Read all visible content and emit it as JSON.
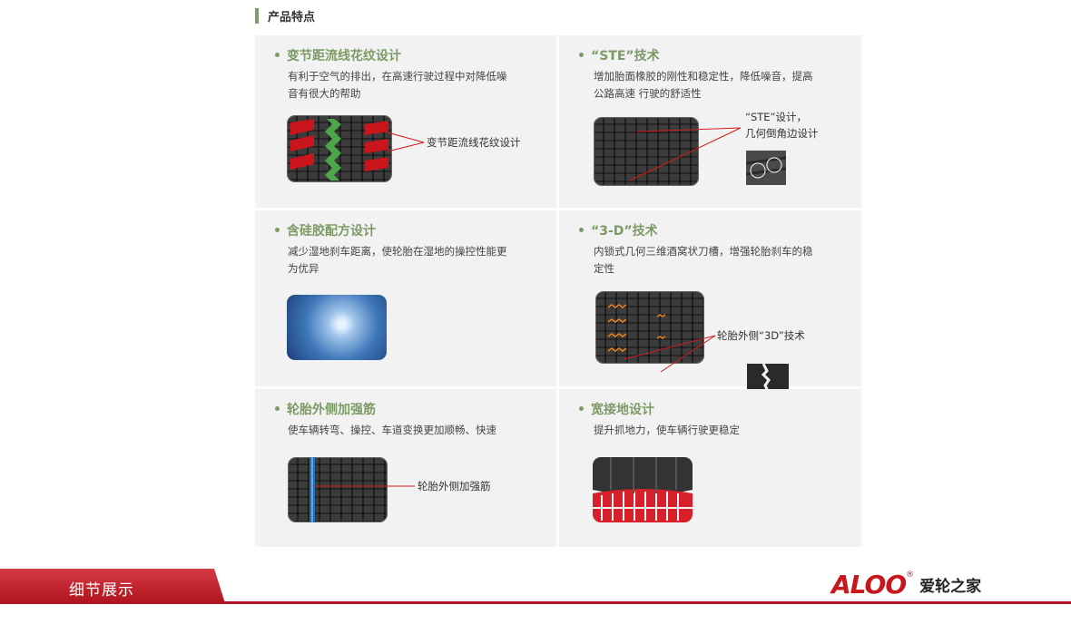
{
  "section": {
    "title": "产品特点"
  },
  "features": [
    {
      "title": "变节距流线花纹设计",
      "desc": "有利于空气的排出，在高速行驶过程中对降低噪音有很大的帮助",
      "callout": "变节距流线花纹设计"
    },
    {
      "title": "“STE”技术",
      "desc": "增加胎面橡胶的刚性和稳定性，降低噪音，提高公路高速 行驶的舒适性",
      "callout_line1": "“STE”设计，",
      "callout_line2": "几何倒角边设计"
    },
    {
      "title": "含硅胶配方设计",
      "desc": "减少湿地刹车距离，使轮胎在湿地的操控性能更为优异"
    },
    {
      "title": "“3-D”技术",
      "desc": "内锁式几何三维酒窝状刀槽，增强轮胎刹车的稳定性",
      "callout": "轮胎外侧“3D”技术"
    },
    {
      "title": "轮胎外侧加强筋",
      "desc": "使车辆转弯、操控、车道变换更加顺畅、快速",
      "callout": "轮胎外侧加强筋"
    },
    {
      "title": "宽接地设计",
      "desc": "提升抓地力，使车辆行驶更稳定"
    }
  ],
  "footer": {
    "tab_label": "细节展示",
    "brand_logo": "ALOO",
    "brand_reg": "®",
    "brand_name": "爱轮之家"
  },
  "colors": {
    "accent_green": "#7c9a66",
    "brand_red": "#b0141f",
    "callout_line": "#d11a1a",
    "cell_bg": "#f2f2f2"
  }
}
